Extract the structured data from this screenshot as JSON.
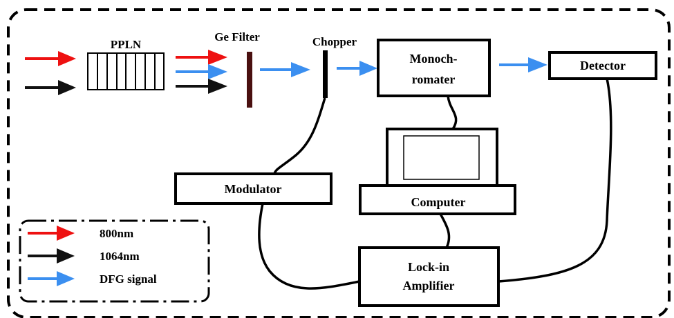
{
  "labels": {
    "pppln": "PPLN",
    "ge_filter": "Ge Filter",
    "chopper": "Chopper",
    "monochromater_line1": "Monoch-",
    "monochromater_line2": "romater",
    "detector": "Detector",
    "modulator": "Modulator",
    "computer": "Computer",
    "lockin_line1": "Lock-in",
    "lockin_line2": "Amplifier"
  },
  "legend": {
    "items": [
      {
        "label": "800nm",
        "color": "#ee1111"
      },
      {
        "label": "1064nm",
        "color": "#111111"
      },
      {
        "label": "DFG signal",
        "color": "#3b8ff0"
      }
    ]
  },
  "colors": {
    "red_beam": "#ee1111",
    "black_beam": "#111111",
    "blue_beam": "#3b8ff0",
    "ge_filter": "#4a1010"
  }
}
